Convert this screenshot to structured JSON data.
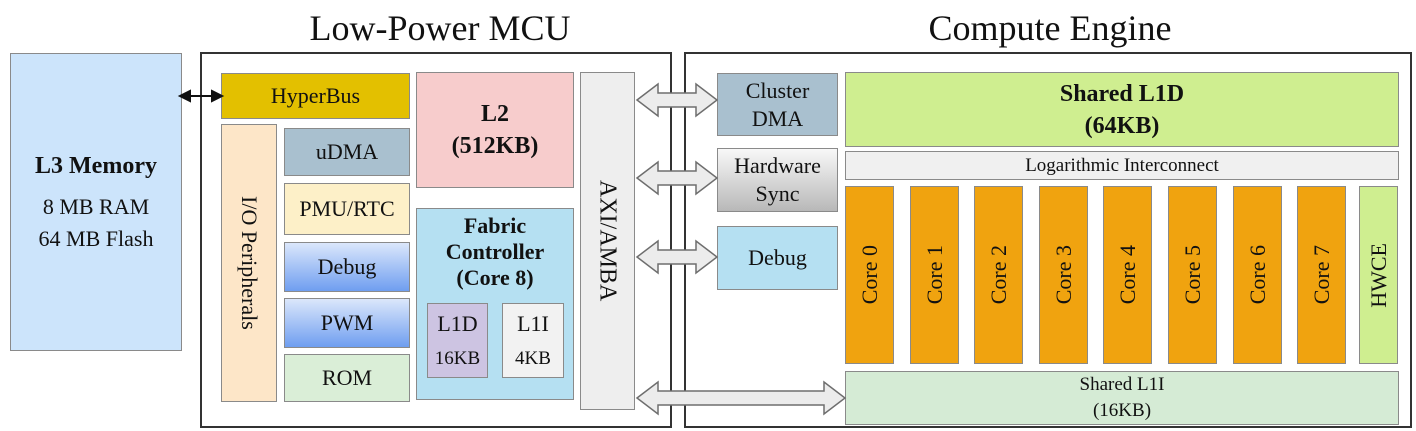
{
  "titles": {
    "mcu": "Low-Power MCU",
    "compute": "Compute Engine"
  },
  "l3": {
    "title": "L3 Memory",
    "ram": "8 MB RAM",
    "flash": "64 MB Flash"
  },
  "mcu": {
    "hyperbus": "HyperBus",
    "io_peripherals": "I/O Peripherals",
    "udma": "uDMA",
    "pmu_rtc": "PMU/RTC",
    "debug": "Debug",
    "pwm": "PWM",
    "rom": "ROM",
    "l2_line1": "L2",
    "l2_line2": "(512KB)",
    "fc_line1": "Fabric",
    "fc_line2": "Controller",
    "fc_line3": "(Core 8)",
    "l1d_name": "L1D",
    "l1d_size": "16KB",
    "l1i_name": "L1I",
    "l1i_size": "4KB",
    "bus": "AXI/AMBA"
  },
  "compute": {
    "cluster_dma_line1": "Cluster",
    "cluster_dma_line2": "DMA",
    "hw_sync_line1": "Hardware",
    "hw_sync_line2": "Sync",
    "debug": "Debug",
    "shared_l1d_line1": "Shared L1D",
    "shared_l1d_line2": "(64KB)",
    "interconnect": "Logarithmic Interconnect",
    "cores": [
      "Core 0",
      "Core 1",
      "Core 2",
      "Core 3",
      "Core 4",
      "Core 5",
      "Core 6",
      "Core 7"
    ],
    "hwce": "HWCE",
    "shared_l1i_line1": "Shared L1I",
    "shared_l1i_line2": "(16KB)"
  },
  "colors": {
    "l3": "#cce4fb",
    "hyperbus": "#e3c000",
    "io": "#fde6c8",
    "udma": "#a9c0cf",
    "pmu": "#fdf0c8",
    "debug_grad_top": "#dbe7fb",
    "debug_grad_bottom": "#6f9ef0",
    "rom": "#daeed7",
    "l2": "#f7cccc",
    "fabric": "#b5e0f2",
    "l1d": "#cdc4e2",
    "l1i": "#f2f2f2",
    "bus": "#eeeeee",
    "shared_l1d": "#cfee90",
    "core": "#f0a30f",
    "hwce": "#cfee90",
    "shared_l1i": "#d5ebd5",
    "hw_sync_top": "#f8f8f8",
    "hw_sync_bottom": "#b8b8b8",
    "cluster_debug": "#b5e0f2"
  }
}
